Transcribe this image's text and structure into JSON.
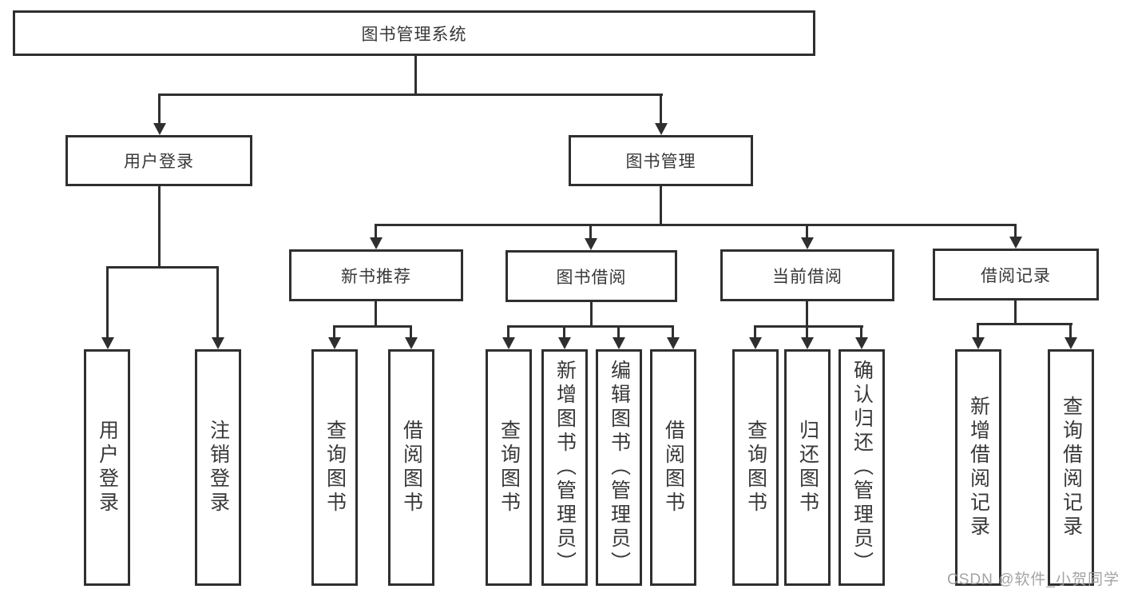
{
  "tree": {
    "label": "图书管理系统",
    "children": [
      {
        "label": "用户登录",
        "children": [
          {
            "label": "用户登录"
          },
          {
            "label": "注销登录"
          }
        ]
      },
      {
        "label": "图书管理",
        "children": [
          {
            "label": "新书推荐",
            "children": [
              {
                "label": "查询图书"
              },
              {
                "label": "借阅图书"
              }
            ]
          },
          {
            "label": "图书借阅",
            "children": [
              {
                "label": "查询图书"
              },
              {
                "label": "新增图书（管理员）"
              },
              {
                "label": "编辑图书（管理员）"
              },
              {
                "label": "借阅图书"
              }
            ]
          },
          {
            "label": "当前借阅",
            "children": [
              {
                "label": "查询图书"
              },
              {
                "label": "归还图书"
              },
              {
                "label": "确认归还（管理员）"
              }
            ]
          },
          {
            "label": "借阅记录",
            "children": [
              {
                "label": "新增借阅记录"
              },
              {
                "label": "查询借阅记录"
              }
            ]
          }
        ]
      }
    ]
  },
  "watermark": {
    "text": "CSDN @软件_小贺同学"
  },
  "colors": {
    "line": "#2f2f2f",
    "text": "#383838",
    "background": "#ffffff",
    "watermark": "#9e9e9e"
  }
}
